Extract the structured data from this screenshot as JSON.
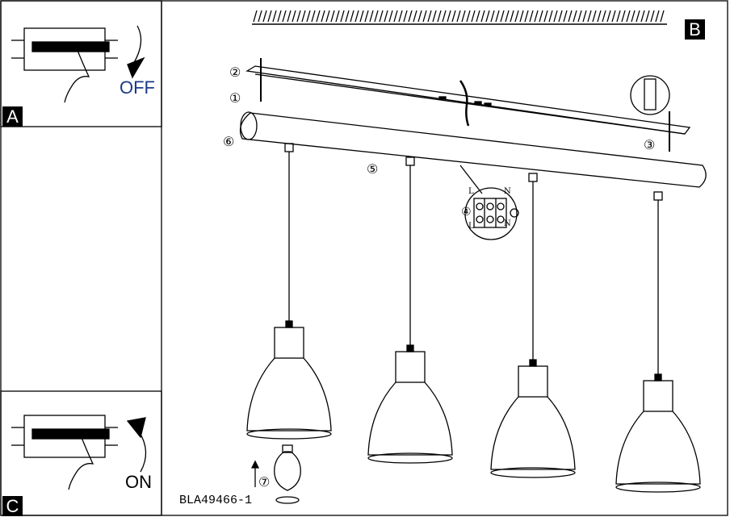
{
  "panels": {
    "a": {
      "label": "A",
      "action": "OFF"
    },
    "b": {
      "label": "B"
    },
    "c": {
      "label": "C",
      "action": "ON"
    }
  },
  "steps": [
    "①",
    "②",
    "③",
    "④",
    "⑤",
    "⑥",
    "⑦"
  ],
  "wiring": {
    "top_left": "L",
    "top_right": "N",
    "bottom_left": "L",
    "bottom_right": "N"
  },
  "model_code": "BLA49466-1",
  "colors": {
    "line": "#000000",
    "off_text": "#1a3a8a"
  }
}
